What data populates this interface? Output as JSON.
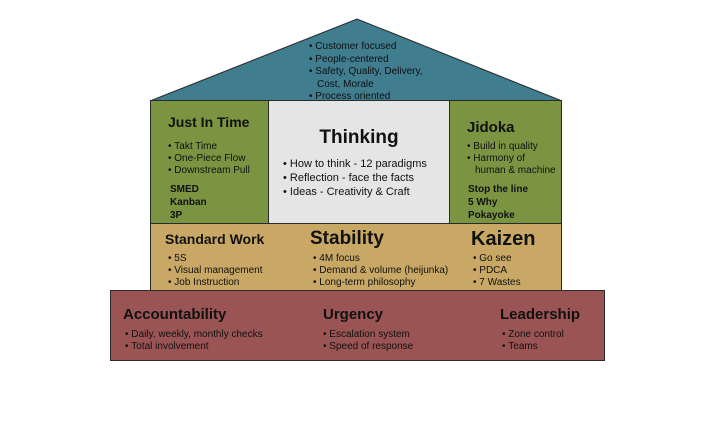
{
  "roof": {
    "items": [
      "Customer focused",
      "People-centered",
      "Safety, Quality, Delivery,",
      "Cost, Morale",
      "Process oriented"
    ],
    "color": "#3f7d8f"
  },
  "pillar_left": {
    "title": "Just In Time",
    "items": [
      "Takt Time",
      "One-Piece Flow",
      "Downstream Pull"
    ],
    "tools": [
      "SMED",
      "Kanban",
      "3P"
    ]
  },
  "center": {
    "title": "Thinking",
    "items": [
      "How to think - 12 paradigms",
      "Reflection - face the facts",
      "Ideas - Creativity & Craft"
    ]
  },
  "pillar_right": {
    "title": "Jidoka",
    "items": [
      "Build in quality",
      "Harmony of",
      "human & machine"
    ],
    "tools": [
      "Stop the line",
      "5 Why",
      "Pokayoke"
    ]
  },
  "stability_band": {
    "left": {
      "title": "Standard Work",
      "items": [
        "5S",
        "Visual management",
        "Job Instruction"
      ]
    },
    "center": {
      "title": "Stability",
      "items": [
        "4M focus",
        "Demand & volume (heijunka)",
        "Long-term philosophy"
      ]
    },
    "right": {
      "title": "Kaizen",
      "items": [
        "Go see",
        "PDCA",
        "7 Wastes"
      ]
    }
  },
  "foundation": {
    "left": {
      "title": "Accountability",
      "items": [
        "Daily, weekly, monthly checks",
        "Total involvement"
      ]
    },
    "center": {
      "title": "Urgency",
      "items": [
        "Escalation system",
        "Speed of response"
      ]
    },
    "right": {
      "title": "Leadership",
      "items": [
        "Zone control",
        "Teams"
      ]
    }
  },
  "colors": {
    "roof": "#3f7d8f",
    "pillars": "#7a9442",
    "thinking": "#e5e5e5",
    "stability": "#c8a864",
    "foundation": "#9a5454"
  }
}
